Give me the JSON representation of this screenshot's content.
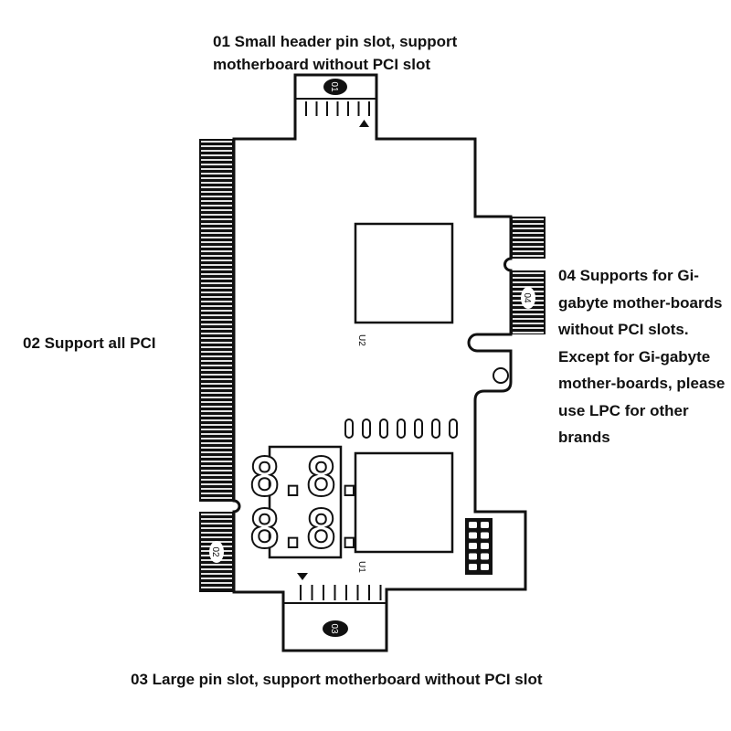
{
  "captions": {
    "slot_01": "01 Small header pin slot, support motherboard without PCI slot",
    "slot_02": "02 Support all PCI",
    "slot_03": "03 Large pin slot, support motherboard without PCI slot",
    "slot_04": "04 Supports for Gi-gabyte mother-boards without PCI slots. Except for Gi-gabyte mother-boards, please use LPC for other brands"
  },
  "board": {
    "connector_labels": {
      "c01": "01",
      "c02": "02",
      "c03": "03",
      "c04": "04"
    },
    "chip_labels": {
      "u1": "U1",
      "u2": "U2"
    },
    "display_digits": "8.8."
  },
  "colors": {
    "outline": "#111111",
    "background": "#ffffff"
  }
}
